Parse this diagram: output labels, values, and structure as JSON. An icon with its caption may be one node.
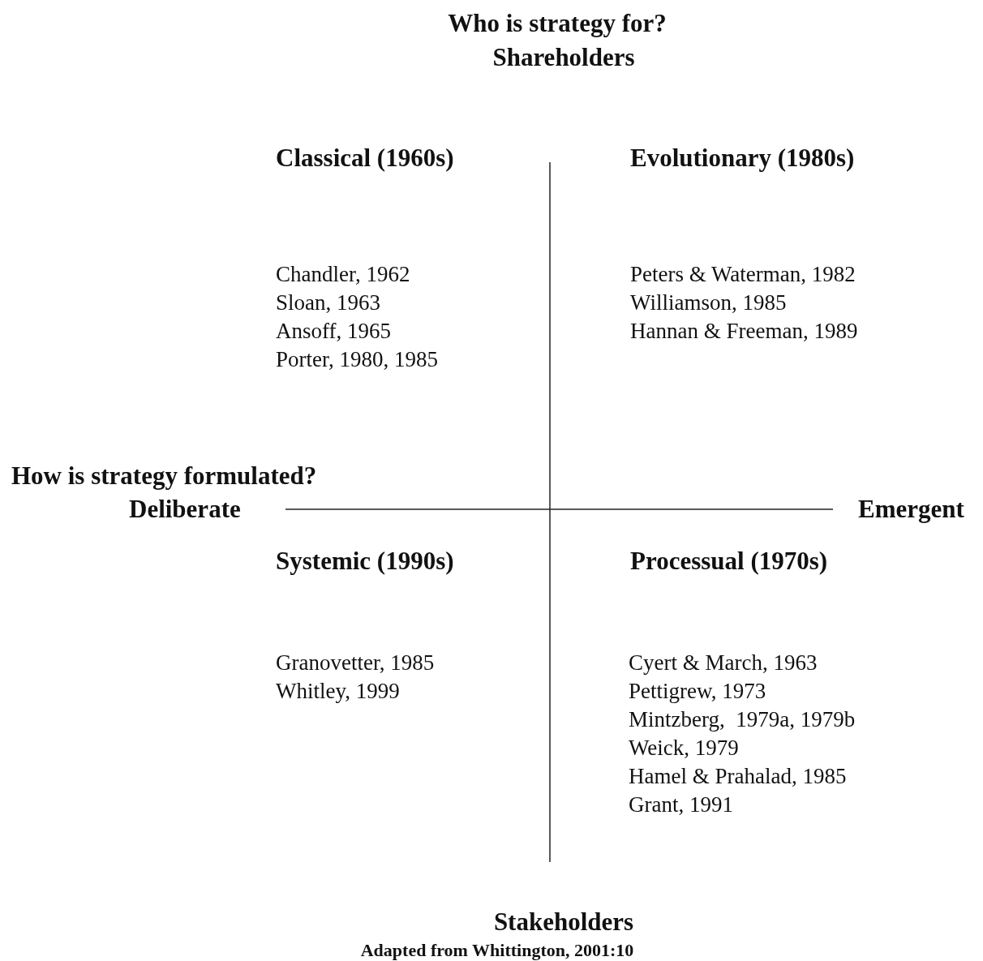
{
  "diagram": {
    "caption": "Adapted from Whittington, 2001:10",
    "labels": [
      "Who is strategy for?",
      "Shareholders",
      "Classical (1960s)",
      "Evolutionary (1980s)",
      "Chandler, 1962",
      "Sloan, 1963",
      "Ansoff, 1965",
      "Porter, 1980, 1985",
      "Peters & Waterman, 1982",
      "Williamson, 1985",
      "Hannan & Freeman, 1989",
      "How is strategy formulated?",
      "Deliberate",
      "Emergent",
      "Systemic (1990s)",
      "Processual (1970s)",
      "Granovetter, 1985",
      "Whitley, 1999",
      "Cyert & March, 1963",
      "Pettigrew, 1973",
      "Mintzberg,  1979a, 1979b",
      "Weick, 1979",
      "Hamel & Prahalad, 1985",
      "Grant, 1991",
      "Stakeholders"
    ]
  }
}
